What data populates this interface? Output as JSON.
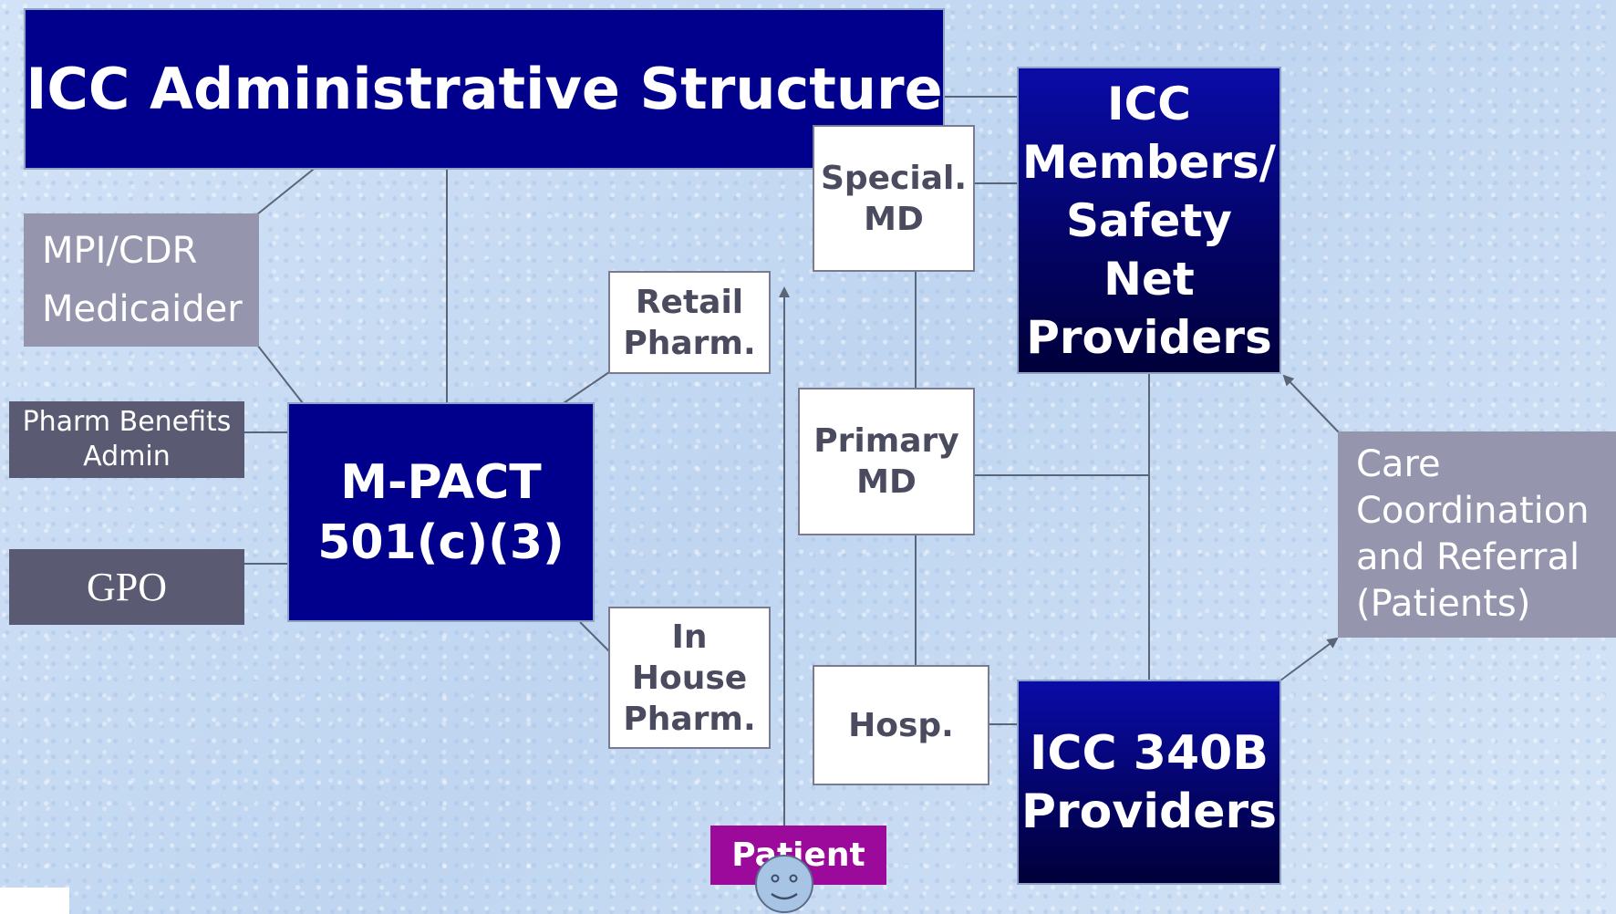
{
  "title": "ICC Administrative Structure",
  "boxes": {
    "mpi_cdr": "MPI/CDR",
    "medicaider": "Medicaider",
    "pharm_benefits_admin": "Pharm Benefits\nAdmin",
    "gpo": "GPO",
    "mpact": "M-PACT\n501(c)(3)",
    "retail_pharm": "Retail\nPharm.",
    "in_house_pharm": "In\nHouse\nPharm.",
    "special_md": "Special.\nMD",
    "primary_md": "Primary\nMD",
    "hosp": "Hosp.",
    "icc_members": "ICC\nMembers/\nSafety\nNet\nProviders",
    "icc_340b": "ICC 340B\nProviders",
    "care_coordination": "Care\nCoordination\nand Referral\n(Patients)",
    "patient": "Patient"
  },
  "colors": {
    "navy": "#00008c",
    "navy_dark": "#000050",
    "gray_light": "#9595ad",
    "gray_dark": "#5a5a72",
    "patient": "#9b0a9b",
    "connector": "#5a6577"
  },
  "icons": {
    "patient_face": "smiley-face-icon"
  }
}
